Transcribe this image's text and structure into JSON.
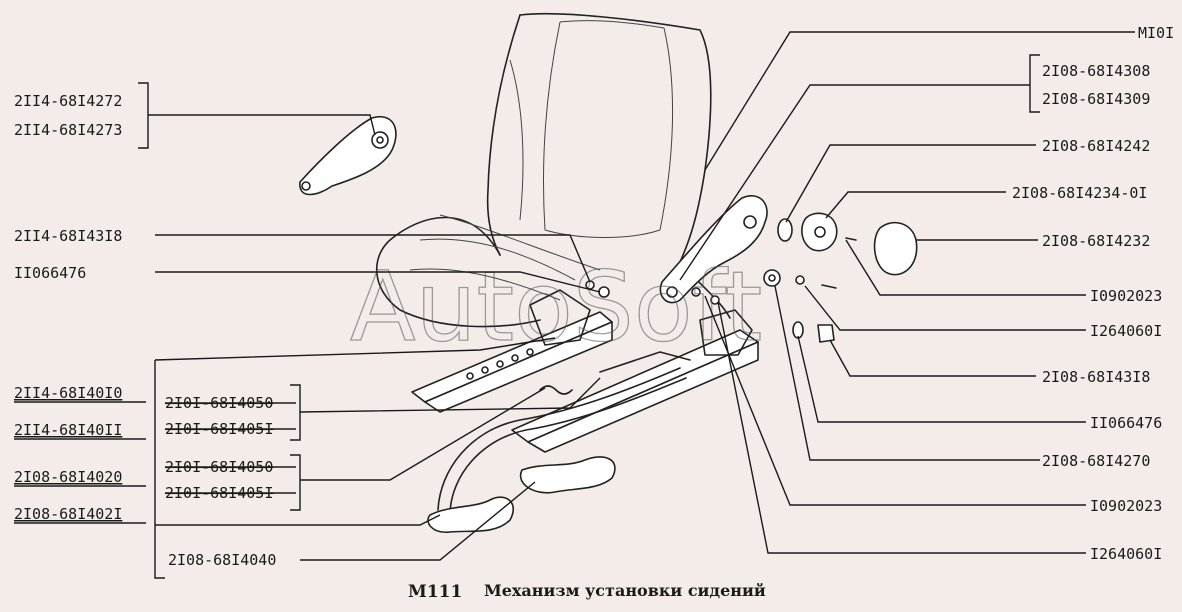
{
  "watermark": "AutoSoft",
  "caption": {
    "code": "M111",
    "text": "Механизм установки сидений"
  },
  "labels": {
    "left": {
      "mirror_bracket_a": "2II4-68I4272",
      "mirror_bracket_b": "2II4-68I4273",
      "bolt_left": "2II4-68I43I8",
      "washer_left": "II066476",
      "slide_a": "2II4-68I40I0",
      "slide_b": "2II4-68I40II",
      "slide_c": "2I08-68I4020",
      "slide_d": "2I08-68I402I",
      "rail_old_a": "2I0I-68I4050",
      "rail_old_b": "2I0I-68I405I",
      "rail_old_c": "2I0I-68I4050",
      "rail_old_d": "2I0I-68I405I",
      "handle": "2I08-68I4040"
    },
    "right": {
      "seat": "MI0I",
      "arm_a": "2I08-68I4308",
      "arm_b": "2I08-68I4309",
      "washer": "2I08-68I4242",
      "knob_inner": "2I08-68I4234-0I",
      "knob_cap": "2I08-68I4232",
      "screw_a": "I0902023",
      "nut_a": "I264060I",
      "bolt_right": "2I08-68I43I8",
      "washer_right": "II066476",
      "bushing": "2I08-68I4270",
      "screw_b": "I0902023",
      "nut_b": "I264060I"
    }
  }
}
